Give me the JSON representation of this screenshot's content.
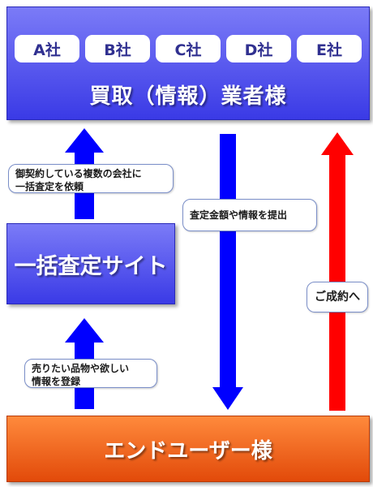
{
  "top": {
    "companies": [
      "A社",
      "B社",
      "C社",
      "D社",
      "E社"
    ],
    "title": "買取（情報）業者様"
  },
  "site": {
    "title": "一括査定サイト"
  },
  "bottom": {
    "title": "エンドユーザー様"
  },
  "callouts": {
    "request": [
      "御契約している複数の会社に",
      "一括査定を依頼"
    ],
    "register": [
      "売りたい品物や欲しい",
      "情報を登録"
    ],
    "submit": "査定金額や情報を提出",
    "deal": "ご成約へ"
  },
  "colors": {
    "buyer_box": "#4b4bef",
    "user_box": "#f2661f",
    "blue_arrow": "#0000ff",
    "red_arrow": "#ff0000"
  }
}
